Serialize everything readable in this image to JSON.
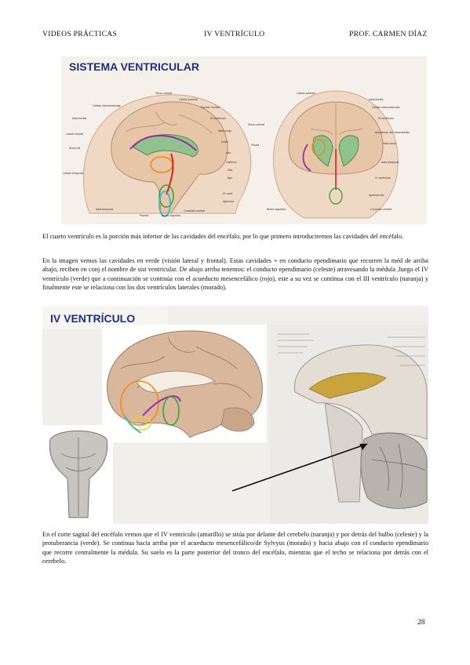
{
  "header": {
    "left": "VIDEOS PRÁCTICAS",
    "center": "IV VENTRÍCULO",
    "right": "PROF. CARMEN DÍAZ"
  },
  "figure1": {
    "title": "SISTEMA VENTRICULAR",
    "left_labels": [
      "Surco central",
      "Lóbulo parietal",
      "Orificio interventricular",
      "Porción central",
      "Asta frontal",
      "III ventrículo",
      "Asta occip.",
      "Lóbulo frontal",
      "Lóbul",
      "Surco lat.",
      "Acu",
      "Cisterna",
      "Lóbulo temporal",
      "Cist",
      "Apo",
      "IV ventr.",
      "Apertura",
      "Asta temporal",
      "Puente",
      "Bulbo raquídeo",
      "Conducto central"
    ],
    "right_labels": [
      "Lóbulo parietal",
      "Asta frontal",
      "Orificio interventricular",
      "III ventrículo",
      "Surco central",
      "Acueducto del mesencéfalo",
      "Asta occip.",
      "Fisura",
      "Asta temporal",
      "IV ventrículo",
      "Bulbo raquídeo",
      "Apertura lat.",
      "Conducto central"
    ]
  },
  "paragraphs": {
    "p1": "El cuarto ventrículo es la porción más inferior de las cavidades del encéfalo, por lo que primero introduciremos las cavidades del encéfalo.",
    "p2": "En la imagen vemos las cavidades en verde (visión lateral y frontal). Estas cavidades + en conducto ependimario que recorren la méd de arriba abajo, reciben en conj el nombre de sist ventricular. De abajo arriba tenemos: el conducto ependimario (celeste) atravesando la médula ,luego el IV ventrículo (verde) que a continuación se continúa con el acueducto mesencefálico (rojo), este a su vez se continua con el III ventrículo (naranja) y finalmente este se relaciona con los dos ventrículos laterales (morado).",
    "p3": "En el corte sagital del encéfalo vemos que el IV ventrículo (amarillo) se sitúa por delante del cerebelo (naranja) y por detrás del bulbo (celeste) y la protuberancia (verde). Se continua hacia arriba por el acueducto mesencefálico/de Sylvyus (morado) y hacia abajo con el conducto ependimario que recorre centralmente la médula. Su suelo es la parte posterior del tronco del encéfalo, mientras que el techo se relaciona por detrás con el cerebelo."
  },
  "figure2": {
    "title": "IV VENTRÍCULO"
  },
  "page_number": "28",
  "colors": {
    "title_blue": "#1d2f80",
    "brain": "#d8b79c",
    "highlight_green": "#3da33d",
    "highlight_cyan": "#29b6d8",
    "highlight_red": "#d32020",
    "highlight_orange": "#f08a1c",
    "highlight_purple": "#9b2ca0",
    "highlight_yellow": "#e8d22a"
  }
}
